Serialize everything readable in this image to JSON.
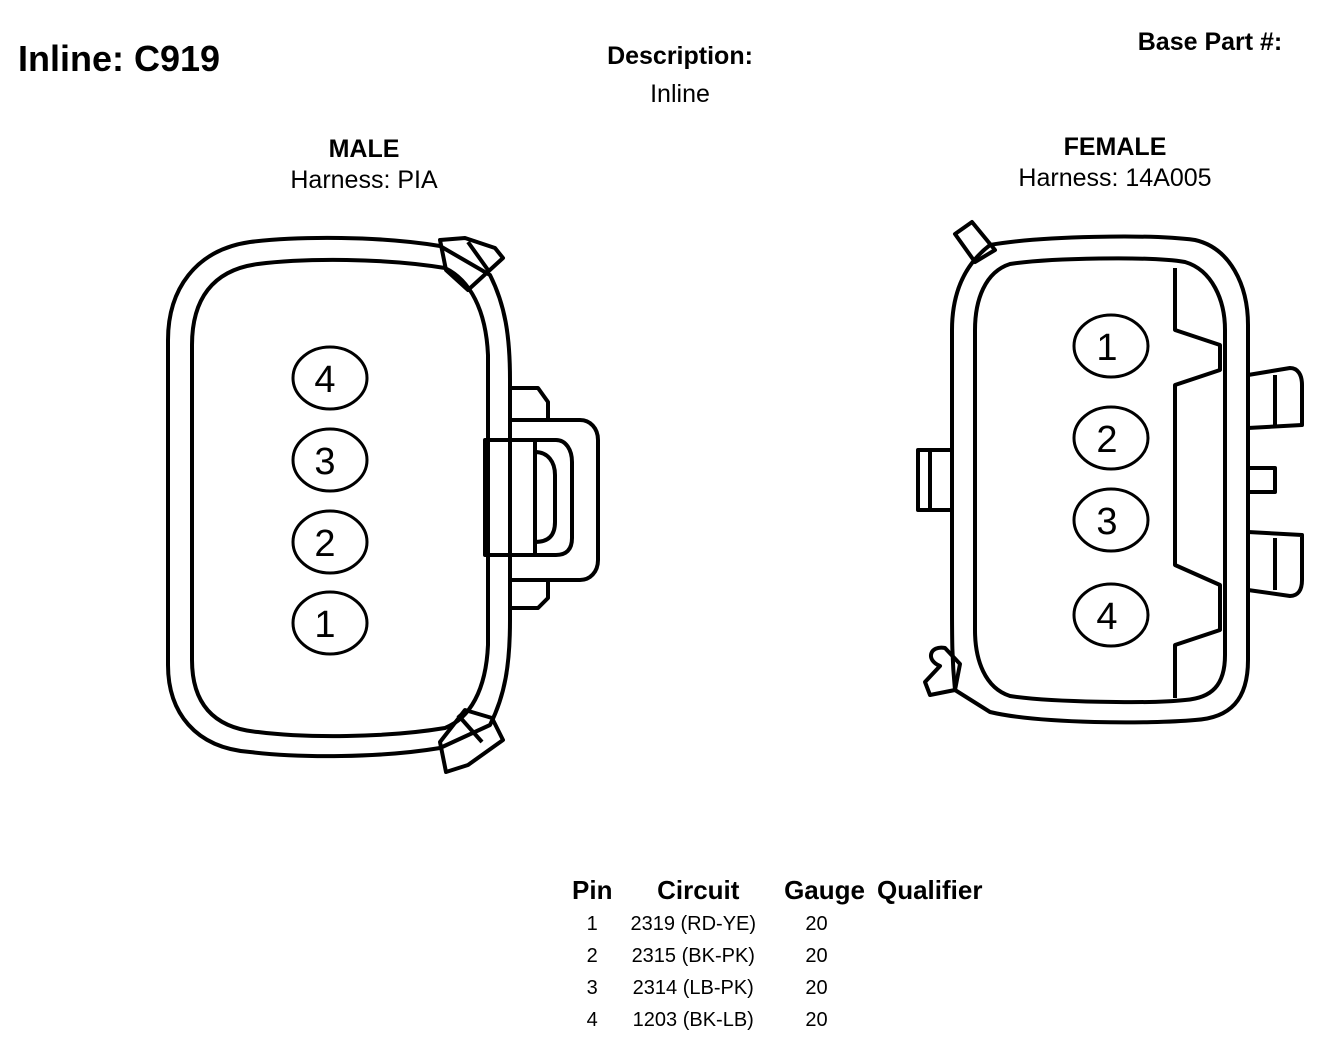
{
  "header": {
    "title": "Inline: C919",
    "description_label": "Description:",
    "description_value": "Inline",
    "base_part_label": "Base Part #:"
  },
  "male": {
    "label": "MALE",
    "harness": "Harness: PIA",
    "pins": [
      "4",
      "3",
      "2",
      "1"
    ]
  },
  "female": {
    "label": "FEMALE",
    "harness": "Harness: 14A005",
    "pins": [
      "1",
      "2",
      "3",
      "4"
    ]
  },
  "pin_table": {
    "headers": [
      "Pin",
      "Circuit",
      "Gauge",
      "Qualifier"
    ],
    "rows": [
      {
        "pin": "1",
        "circuit": "2319 (RD-YE)",
        "gauge": "20",
        "qualifier": ""
      },
      {
        "pin": "2",
        "circuit": "2315 (BK-PK)",
        "gauge": "20",
        "qualifier": ""
      },
      {
        "pin": "3",
        "circuit": "2314 (LB-PK)",
        "gauge": "20",
        "qualifier": ""
      },
      {
        "pin": "4",
        "circuit": "1203 (BK-LB)",
        "gauge": "20",
        "qualifier": ""
      }
    ]
  }
}
